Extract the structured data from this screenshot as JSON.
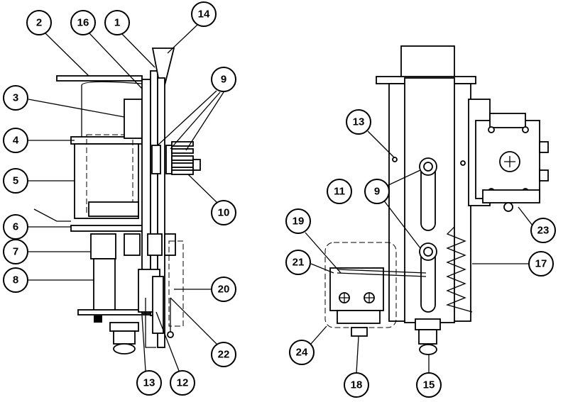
{
  "figure": {
    "left_view_callouts": [
      "2",
      "16",
      "1",
      "14",
      "3",
      "9",
      "4",
      "5",
      "10",
      "6",
      "7",
      "8",
      "20",
      "22",
      "13",
      "12"
    ],
    "right_view_callouts": [
      "13",
      "11",
      "9",
      "19",
      "21",
      "24",
      "18",
      "15",
      "17",
      "23"
    ]
  }
}
